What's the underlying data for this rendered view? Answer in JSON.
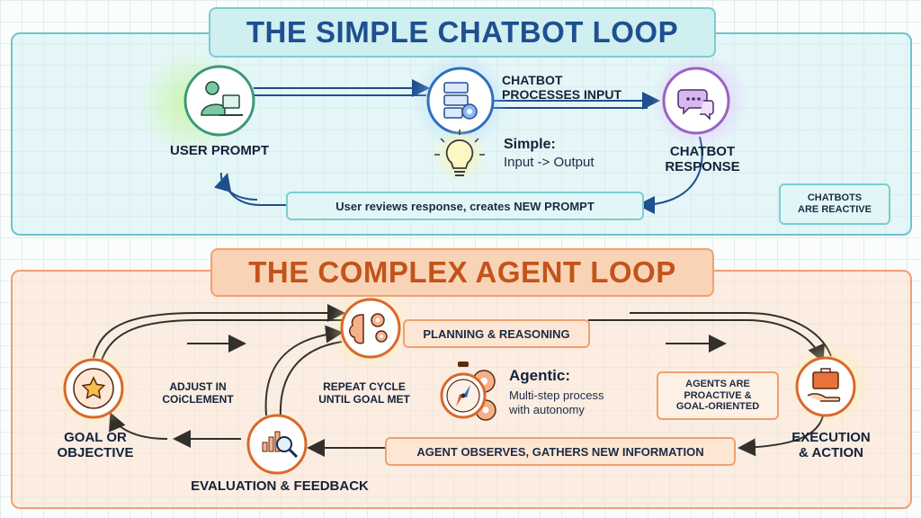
{
  "top": {
    "title": "THE SIMPLE CHATBOT LOOP",
    "user_prompt_label": "USER  PROMPT",
    "processes_label": "CHATBOT\nPROCESSES INPUT",
    "response_label": "CHATBOT\nRESPONSE",
    "simple_heading": "Simple:",
    "simple_text": "Input -> Output",
    "feedback_pill": "User reviews response, creates NEW PROMPT",
    "side_note": "CHATBOTS\nARE REACTIVE"
  },
  "bottom": {
    "title": "THE COMPLEX AGENT LOOP",
    "planning_pill": "PLANNING & REASONING",
    "goal_label": "GOAL OR\nOBJECTIVE",
    "execution_label": "EXECUTION\n& ACTION",
    "evaluation_label": "EVALUATION & FEEDBACK",
    "adjust_label": "ADJUST IN\nCOiCLEMENT",
    "repeat_label": "REPEAT CYCLE\nUNTIL GOAL MET",
    "agentic_heading": "Agentic:",
    "agentic_text": "Multi-step process\nwith autonomy",
    "side_note": "AGENTS ARE\nPROACTIVE &\nGOAL-ORIENTED",
    "observe_pill": "AGENT OBSERVES, GATHERS NEW INFORMATION"
  },
  "colors": {
    "top_accent": "#1f4f8f",
    "bottom_accent": "#c2541a",
    "teal_border": "#6ec4cc",
    "orange_border": "#f0a070"
  },
  "icons": {
    "user": "user-at-laptop-icon",
    "processor": "server-gear-icon",
    "response": "chat-bubbles-icon",
    "idea": "lightbulb-icon",
    "planning": "brain-gears-icon",
    "goal": "star-target-icon",
    "execution": "toolbox-hand-icon",
    "evaluation": "chart-magnifier-icon",
    "agentic": "compass-gears-icon"
  }
}
